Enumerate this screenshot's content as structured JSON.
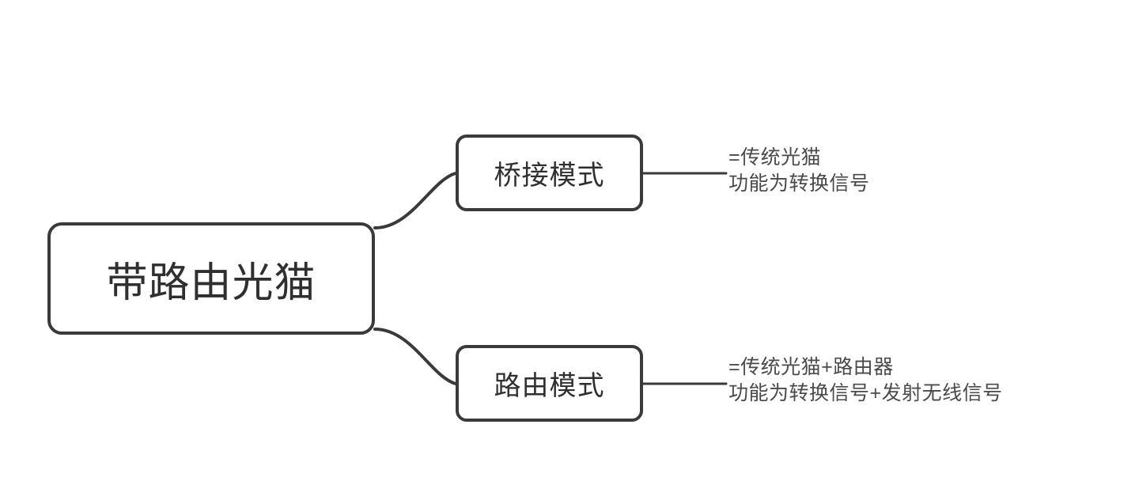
{
  "diagram": {
    "type": "mind-map",
    "background_color": "#ffffff",
    "stroke_color": "#3a3a3a",
    "node_text_color": "#2f2f2f",
    "leaf_text_color": "#4a4a4a",
    "root": {
      "label": "带路由光猫"
    },
    "branches": [
      {
        "id": "bridge",
        "label": "桥接模式",
        "detail_lines": [
          "=传统光猫",
          "功能为转换信号"
        ]
      },
      {
        "id": "router",
        "label": "路由模式",
        "detail_lines": [
          "=传统光猫+路由器",
          "功能为转换信号+发射无线信号"
        ]
      }
    ]
  }
}
